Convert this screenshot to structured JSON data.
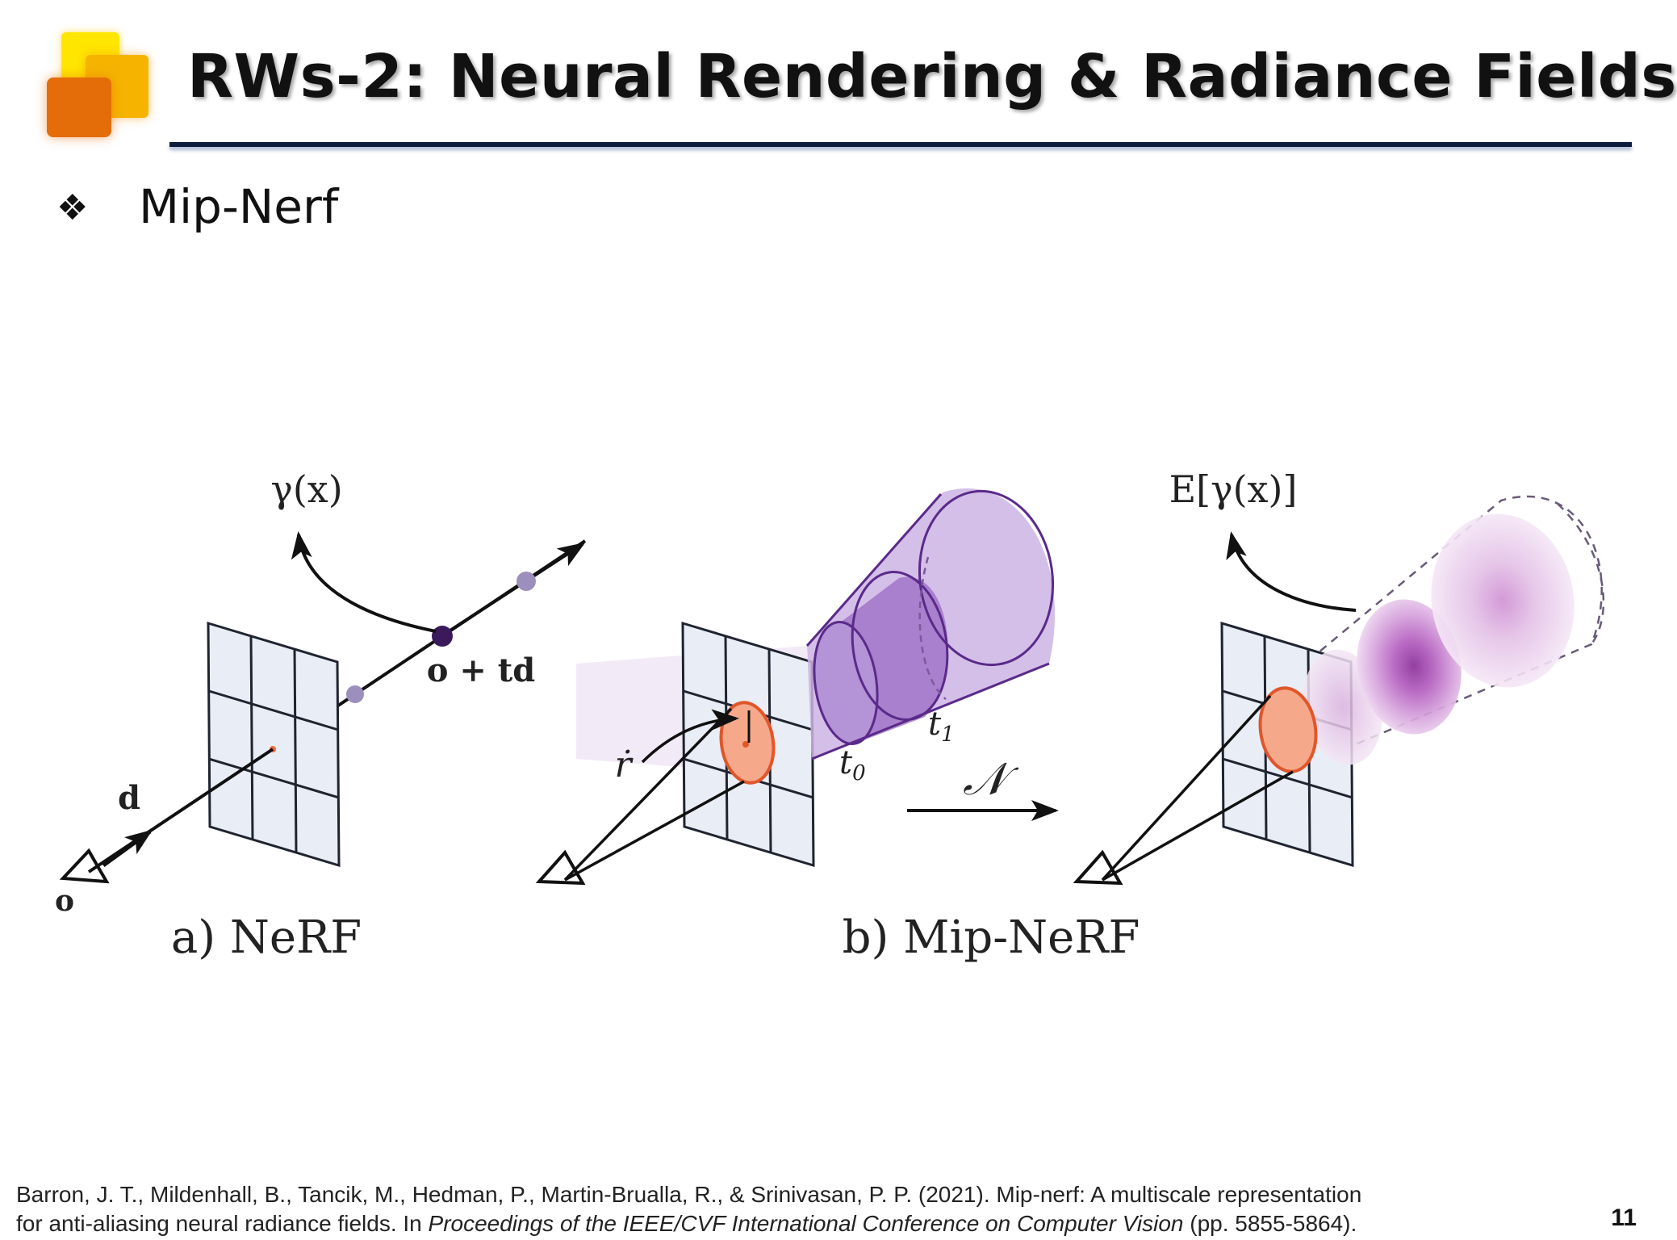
{
  "slide": {
    "title": "RWs-2: Neural Rendering & Radiance Fields",
    "bullet_glyph": "❖",
    "bullet_text": "Mip-Nerf",
    "page_number": "11"
  },
  "figure": {
    "nerf": {
      "caption": "a) NeRF",
      "encoding_label": "γ(x)",
      "point_label": "o + td",
      "direction_label": "d",
      "origin_label": "o"
    },
    "mipnerf": {
      "caption": "b) Mip-NeRF",
      "radius_label": "ṙ",
      "t0_label": "t",
      "t0_sub": "0",
      "t1_label": "t",
      "t1_sub": "1",
      "gaussian_label": "𝒩",
      "expected_encoding_label": "E[γ(x)]"
    },
    "colors": {
      "cone_purple": "#9b6bc4",
      "cone_stroke": "#5a2a8a",
      "pixel_orange": "#ef7a55",
      "gaussian_dark": "#8a2f9a"
    }
  },
  "reference": {
    "line1": "Barron, J. T., Mildenhall, B., Tancik, M., Hedman, P., Martin-Brualla, R., & Srinivasan, P. P. (2021). Mip-nerf: A multiscale representation",
    "line2_plain": "for anti-aliasing neural radiance fields. In ",
    "line2_italic": "Proceedings of the IEEE/CVF International Conference on Computer Vision",
    "line2_end": " (pp. 5855-5864)."
  }
}
